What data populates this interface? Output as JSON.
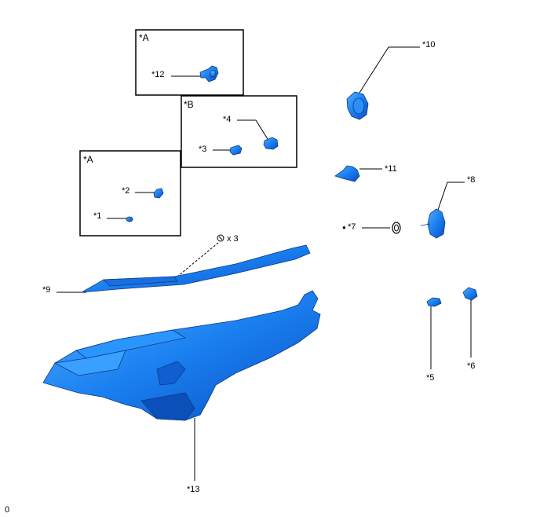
{
  "boxes": [
    {
      "id": "box-a-top",
      "label": "*A"
    },
    {
      "id": "box-b",
      "label": "*B"
    },
    {
      "id": "box-a-bottom",
      "label": "*A"
    }
  ],
  "callouts": {
    "c1": "*1",
    "c2": "*2",
    "c3": "*3",
    "c4": "*4",
    "c5": "*5",
    "c6": "*6",
    "c7": "*7",
    "c8": "*8",
    "c9": "*9",
    "c10": "*10",
    "c11": "*11",
    "c12": "*12",
    "c13": "*13"
  },
  "symbols": {
    "bullet": "●",
    "screw_qty": "x 3"
  },
  "illustration_id": "0",
  "colors": {
    "part_fill": "#1a7ff0",
    "part_stroke": "#0a3a8a",
    "line": "#000000"
  }
}
